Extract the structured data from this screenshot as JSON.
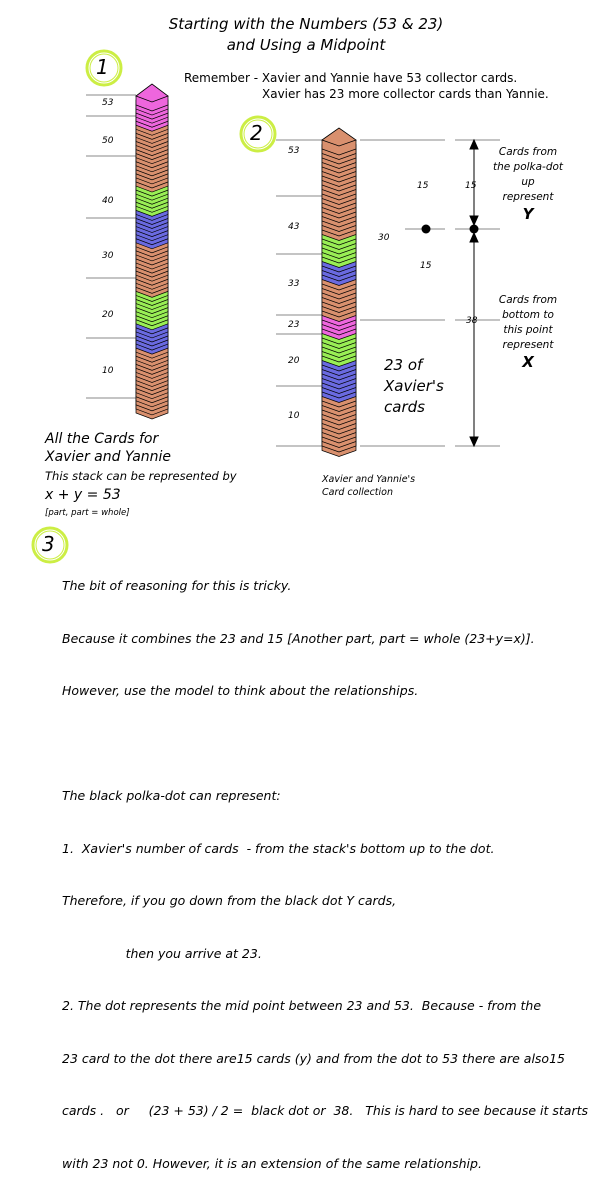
{
  "title": {
    "line1": "Starting with the Numbers (53 & 23)",
    "line2": "and Using a Midpoint"
  },
  "remember": {
    "line1": "Remember - Xavier and Yannie have 53 collector cards.",
    "line2": "Xavier has 23 more collector cards than Yannie."
  },
  "steps": {
    "one": "1",
    "two": "2",
    "three": "3"
  },
  "stack1": {
    "ticks": [
      "53",
      "50",
      "40",
      "30",
      "20",
      "10"
    ],
    "caption_line1": "All the Cards for",
    "caption_line2": "Xavier and Yannie",
    "represented": "This stack can be represented by",
    "equation": "x + y  =  53",
    "bracket": "[part, part = whole]"
  },
  "stack2": {
    "ticks": [
      "53",
      "43",
      "33",
      "23",
      "20",
      "10"
    ],
    "label_15a": "15",
    "label_15b": "15",
    "label_15c": "15",
    "label_30": "30",
    "label_38": "38",
    "label_23of": [
      "23 of",
      "Xavier's",
      "cards"
    ],
    "caption": [
      "Xavier and Yannie's",
      "Card collection"
    ]
  },
  "right_labels": {
    "top": [
      "Cards from",
      "the polka-dot",
      "up",
      "represent"
    ],
    "top_var": "Y",
    "bottom": [
      "Cards from",
      "bottom to",
      "this point",
      "represent"
    ],
    "bottom_var": "X"
  },
  "paragraph": [
    "The bit of reasoning for this is tricky.",
    "Because it combines the 23 and 15 [Another part, part = whole (23+y=x)].",
    "However, use the model to think about the relationships.",
    "",
    "The black polka-dot can represent:",
    "1.  Xavier's number of cards  - from the stack's bottom up to the dot.",
    "Therefore, if you go down from the black dot Y cards,",
    "                then you arrive at 23.",
    "2. The dot represents the mid point between 23 and 53.  Because - from the",
    "23 card to the dot there are15 cards (y) and from the dot to 53 there are also15",
    "cards .   or     (23 + 53) / 2 =  black dot or  38.   This is hard to see because it starts",
    "with 23 not 0. However, it is an extension of the same relationship."
  ],
  "colors": {
    "tan": "#d9906e",
    "green": "#99ee55",
    "blue": "#6a6ae0",
    "pink": "#ee66dd",
    "circle": "#ccee44"
  }
}
